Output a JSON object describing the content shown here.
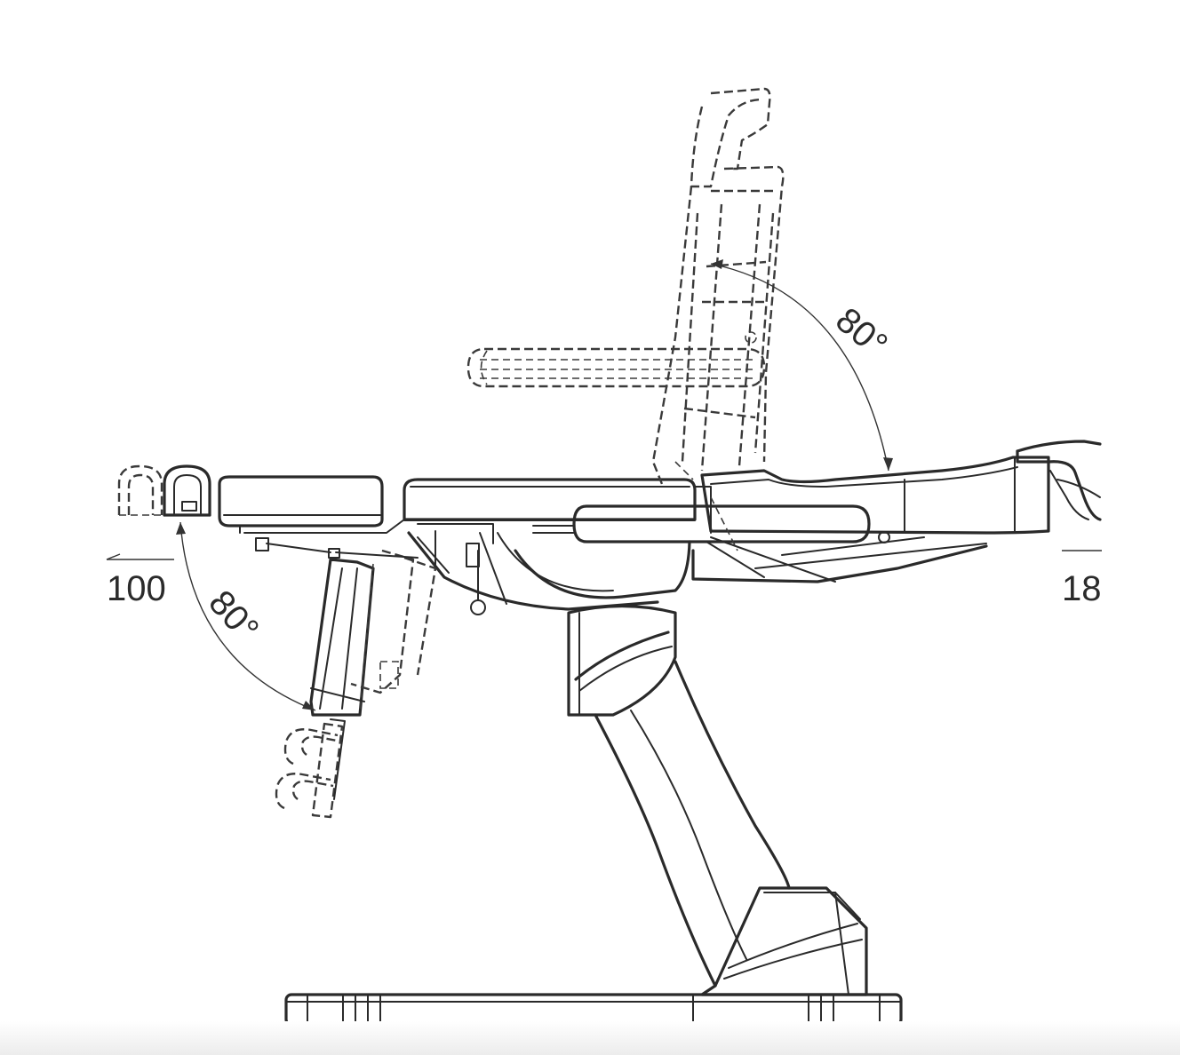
{
  "diagram": {
    "labels": {
      "backrest_angle": "80°",
      "legrest_angle": "80°",
      "left_dimension": "100",
      "right_dimension": "18"
    }
  }
}
